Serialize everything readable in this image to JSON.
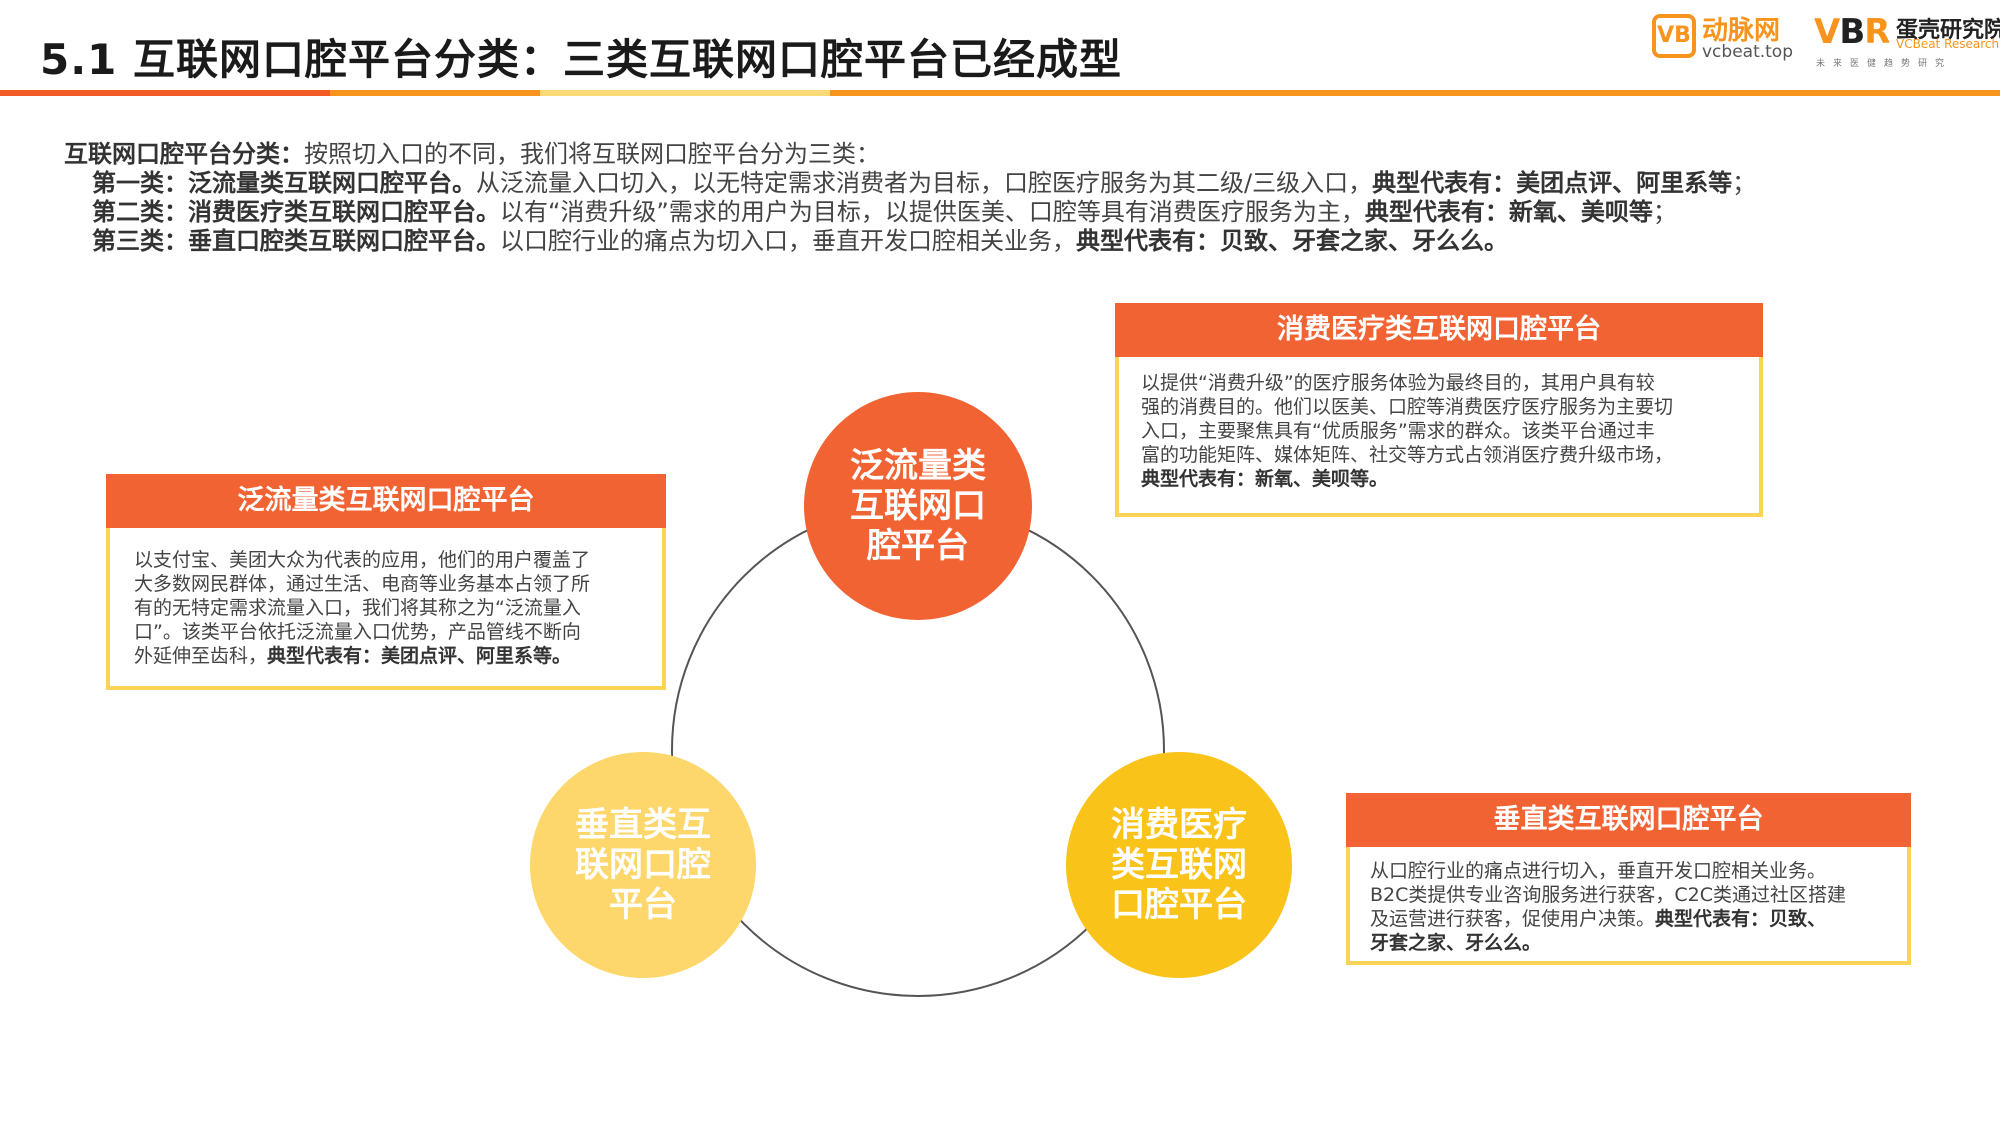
{
  "header": {
    "title": "5.1 互联网口腔平台分类：三类互联网口腔平台已经成型"
  },
  "logos": {
    "vcbeat_mark": "VB",
    "vcbeat_name": "动脉网",
    "vcbeat_url": "vcbeat.top",
    "vbr_mark_v": "V",
    "vbr_mark_b": "B",
    "vbr_mark_r": "R",
    "vbr_name": "蛋壳研究院",
    "vbr_en": "VCBeat Research",
    "vbr_slogan": "未来医健趋势研究"
  },
  "intro": {
    "label": "互联网口腔平台分类：",
    "text": "按照切入口的不同，我们将互联网口腔平台分为三类：",
    "items": [
      {
        "prefix": "第一类：",
        "name": "泛流量类互联网口腔平台。",
        "desc": "从泛流量入口切入，以无特定需求消费者为目标，口腔医疗服务为其二级/三级入口，",
        "rep_label": "典型代表有：",
        "rep": "美团点评、阿里系等",
        "end": "；"
      },
      {
        "prefix": "第二类：",
        "name": "消费医疗类互联网口腔平台。",
        "desc": "以有“消费升级”需求的用户为目标，以提供医美、口腔等具有消费医疗服务为主，",
        "rep_label": "典型代表有：",
        "rep": "新氧、美呗等",
        "end": "；"
      },
      {
        "prefix": "第三类：",
        "name": "垂直口腔类互联网口腔平台。",
        "desc": "以口腔行业的痛点为切入口，垂直开发口腔相关业务，",
        "rep_label": "典型代表有：",
        "rep": "贝致、牙套之家、牙么么。",
        "end": ""
      }
    ]
  },
  "circles": [
    {
      "lines": [
        "泛流量类",
        "互联网口",
        "腔平台"
      ],
      "color": "#f26334"
    },
    {
      "lines": [
        "垂直类互",
        "联网口腔",
        "平台"
      ],
      "color": "#fdd76b"
    },
    {
      "lines": [
        "消费医疗",
        "类互联网",
        "口腔平台"
      ],
      "color": "#f9c31a"
    }
  ],
  "cards": {
    "traffic": {
      "title": "泛流量类互联网口腔平台",
      "lines": [
        "以支付宝、美团大众为代表的应用，他们的用户覆盖了",
        "大多数网民群体，通过生活、电商等业务基本占领了所",
        "有的无特定需求流量入口，我们将其称之为“泛流量入",
        "口”。该类平台依托泛流量入口优势，产品管线不断向"
      ],
      "last_text": "外延伸至齿科，",
      "rep_label": "典型代表有：",
      "rep": "美团点评、阿里系等。"
    },
    "consumer": {
      "title": "消费医疗类互联网口腔平台",
      "lines": [
        "以提供“消费升级”的医疗服务体验为最终目的，其用户具有较",
        "强的消费目的。他们以医美、口腔等消费医疗医疗服务为主要切",
        "入口，主要聚焦具有“优质服务”需求的群众。该类平台通过丰",
        "富的功能矩阵、媒体矩阵、社交等方式占领消医疗费升级市场，"
      ],
      "rep_label": "典型代表有：",
      "rep": "新氧、美呗等。"
    },
    "vertical": {
      "title": "垂直类互联网口腔平台",
      "lines": [
        "从口腔行业的痛点进行切入，垂直开发口腔相关业务。",
        "B2C类提供专业咨询服务进行获客，C2C类通过社区搭建"
      ],
      "line3_text": "及运营进行获客，促使用户决策。",
      "rep_label": "典型代表有：",
      "rep_a": "贝致、",
      "rep_b": "牙套之家、牙么么。"
    }
  },
  "colors": {
    "accent_red": "#f26334",
    "accent_orange": "#f7941d",
    "accent_yellow": "#f9c31a",
    "light_yellow": "#fdd76b",
    "card_border": "#fcd455"
  }
}
